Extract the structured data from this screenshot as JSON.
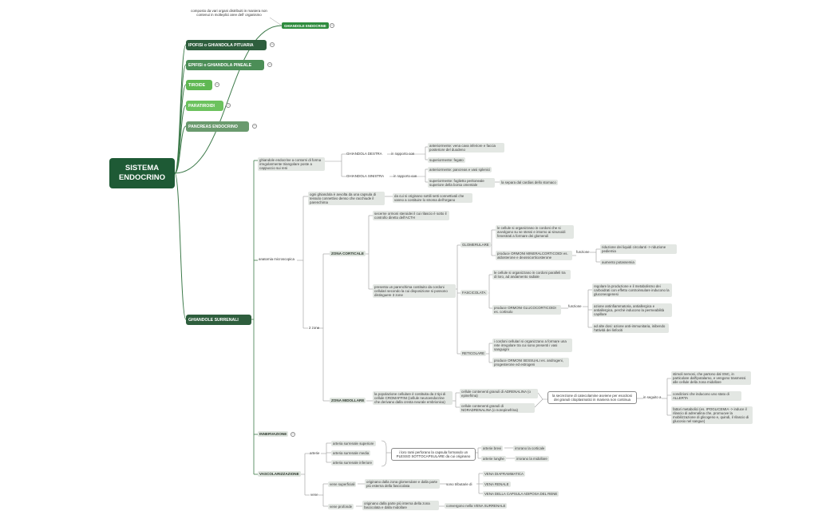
{
  "colors": {
    "root": "#1e5a35",
    "dark": "#2e5e3d",
    "medium": "#4c8e57",
    "light": "#5fb852",
    "muted": "#6a9a6e",
    "accent": "#2e8b3d",
    "line": "#3d7a4a",
    "gray_line": "#9a9a9a"
  },
  "root": {
    "title": "SISTEMA ENDOCRINO"
  },
  "top_note": "composto da vari organi distribuiti in maniera non contenui in molteplici aree dell' organismo",
  "top_tag": "GHIANDOLE ENDOCRINE",
  "categories": [
    "IPOFISI o GHIANDOLA PITUARIA",
    "EPIFISI o GHIANDOLA PINEALE",
    "TIROIDE",
    "PARATIROIDI",
    "PANCREAS ENDOCRINO",
    "GHIANDOLE SURRENALI"
  ],
  "surrenali": {
    "desc": "ghiandole endocrine a contorni di forma irregolarmente triangolare poste a cappuccio sui reni",
    "destra": "GHIANDOLA DESTRA",
    "sinistra": "GHIANDOLA SINISTRA",
    "rapporto": "in rapporto con",
    "destra_ant": "anteriormente: vena cava inferiore e faccia posteriore del duodeno",
    "destra_sup": "superiormente: fegato",
    "sin_ant": "anteriormente: pancreas e vasi splenici",
    "sin_sup": "superiormente: foglietto peritoneale superiore della borsa omentale",
    "sin_sup_sub": "la separa dal cardias dello stomaco",
    "anatomia": "anatomia microscopica",
    "capsula": "ogni ghiandola è avvolta da una capsula di tessuto connettivo denso che racchiude il parenchima",
    "setti": "da cui si originano sottili setti connettivali che vanno a costituire lo stroma dell'organo",
    "due_zone": "2 zone",
    "corticale": "ZONA CORTICALE",
    "corticale_a": "secerne ormoni steroidei il cui rilascio è sotto il controllo diretto dell'ACTH",
    "corticale_b": "presenta un parenchima costituito da cordoni cellulari secondo la cui disposizione si possono distinguere 3 zone",
    "glomerulare": "GLOMERULARE",
    "glom_a": "le cellule si organizzano in cordoni che si avvolgono su se stessi e intorno ai sinusoidi fenestrati a formare dei glomeruli",
    "glom_b": "produce ORMONI MINERALCORTICOIDI es. aldosterone e deossicorticosterone",
    "funzione": "funzione",
    "glom_f1": "riduzione dei liquidi circolanti -> riduzione pediemia",
    "glom_f2": "aumento potassemia",
    "fascicolata": "FASCICOLATA",
    "fasc_a": "le cellule si organizzano in cordoni paralleli tra di loro, ad andamento radiale",
    "fasc_b": "produce ORMONI GLUCOCORTICOIDI es. cortisolo",
    "fasc_f1": "regolare la produzione e il metabolismo dei carboidrati con effetto controinsulare inducono la gluconeogenesi",
    "fasc_f2": "azione antinfiammatoria, antiallergica e antiallergica, perchè inducono la permeabilità capillare",
    "fasc_f3": "ad alte dosi: azione anti-immunitaria, inibendo l'attività dei linfociti",
    "reticolare": "RETICOLARE",
    "ret_a": "i cordoni cellulari si organizzano a formare una rete irregolare tra cui sono presenti i vasi sanguigni",
    "ret_b": "produce ORMONI SESSUALI es. androgeni, progesterone ed estrogeni",
    "midollare": "ZONA MIDOLLARE",
    "mid_desc": "la popolazione cellulare è costituita da 2 tipi di cellule CROMAFFINI (cellule neuroendocrine che derivano dalla cresta neurale embrionica)",
    "mid_c1": "cellule contenenti granuli di ADRENALINA (o epinefrina)",
    "mid_c2": "cellule contenenti granuli di NORADRENALINA (o norepinefrina)",
    "secrezione": "la secrezione di catecolamine avviene per esocitosi dei granuli citoplasmatici in maniera non continua",
    "in_seguito": "in seguito a",
    "stim1": "stimoli nervosi, che partono dal SNC, in particolare dall'ipotalamo, e vengono trasmessi alle cellule della zona midollare",
    "stim2": "condizioni che inducono uno stato di ALLERTA",
    "stim3": "fattori metabolici (es. IPOGLICEMIA -> induce il rilascio di adrenalina che, promuove la mobilizzazione di glicogeno e, quindi, il rilascio di glucosio nel sangue)",
    "innervazione": "INNERVAZIONE",
    "vascolarizzazione": "VASCOLARIZZAZIONE",
    "arterie": "arterie",
    "art1": "arteria surrenale superiore",
    "art2": "arteria surrenale media",
    "art3": "arteria surrenale inferiore",
    "plesso": "i loro rami perforano la capsula formando un PLESSO SOTTOCAPSULARE da cui originano",
    "arterie_brevi": "arterie brevi",
    "irrorano_corticale": "irrorano la corticale",
    "arterie_lunghe": "arterie lunghe",
    "irrorano_midollare": "irrorano la midollare",
    "vene": "vene",
    "vene_sup": "vene superficiali",
    "vene_sup_desc": "originano dalla zona glomerulare e dalla parte più esterna della fascicolata",
    "tributarie": "sono tributarie di",
    "vena1": "VENA DIAFRAMMATICA",
    "vena2": "VENA RENALE",
    "vena3": "VENA DELLA CAPSULA ADIPOSA DEL RENE",
    "vene_prof": "vene profonde",
    "vene_prof_desc": "originano dalla parte più interna della zona fascicolata e dalla midollare",
    "convergono": "convergono nella VENA SURRENALE"
  }
}
